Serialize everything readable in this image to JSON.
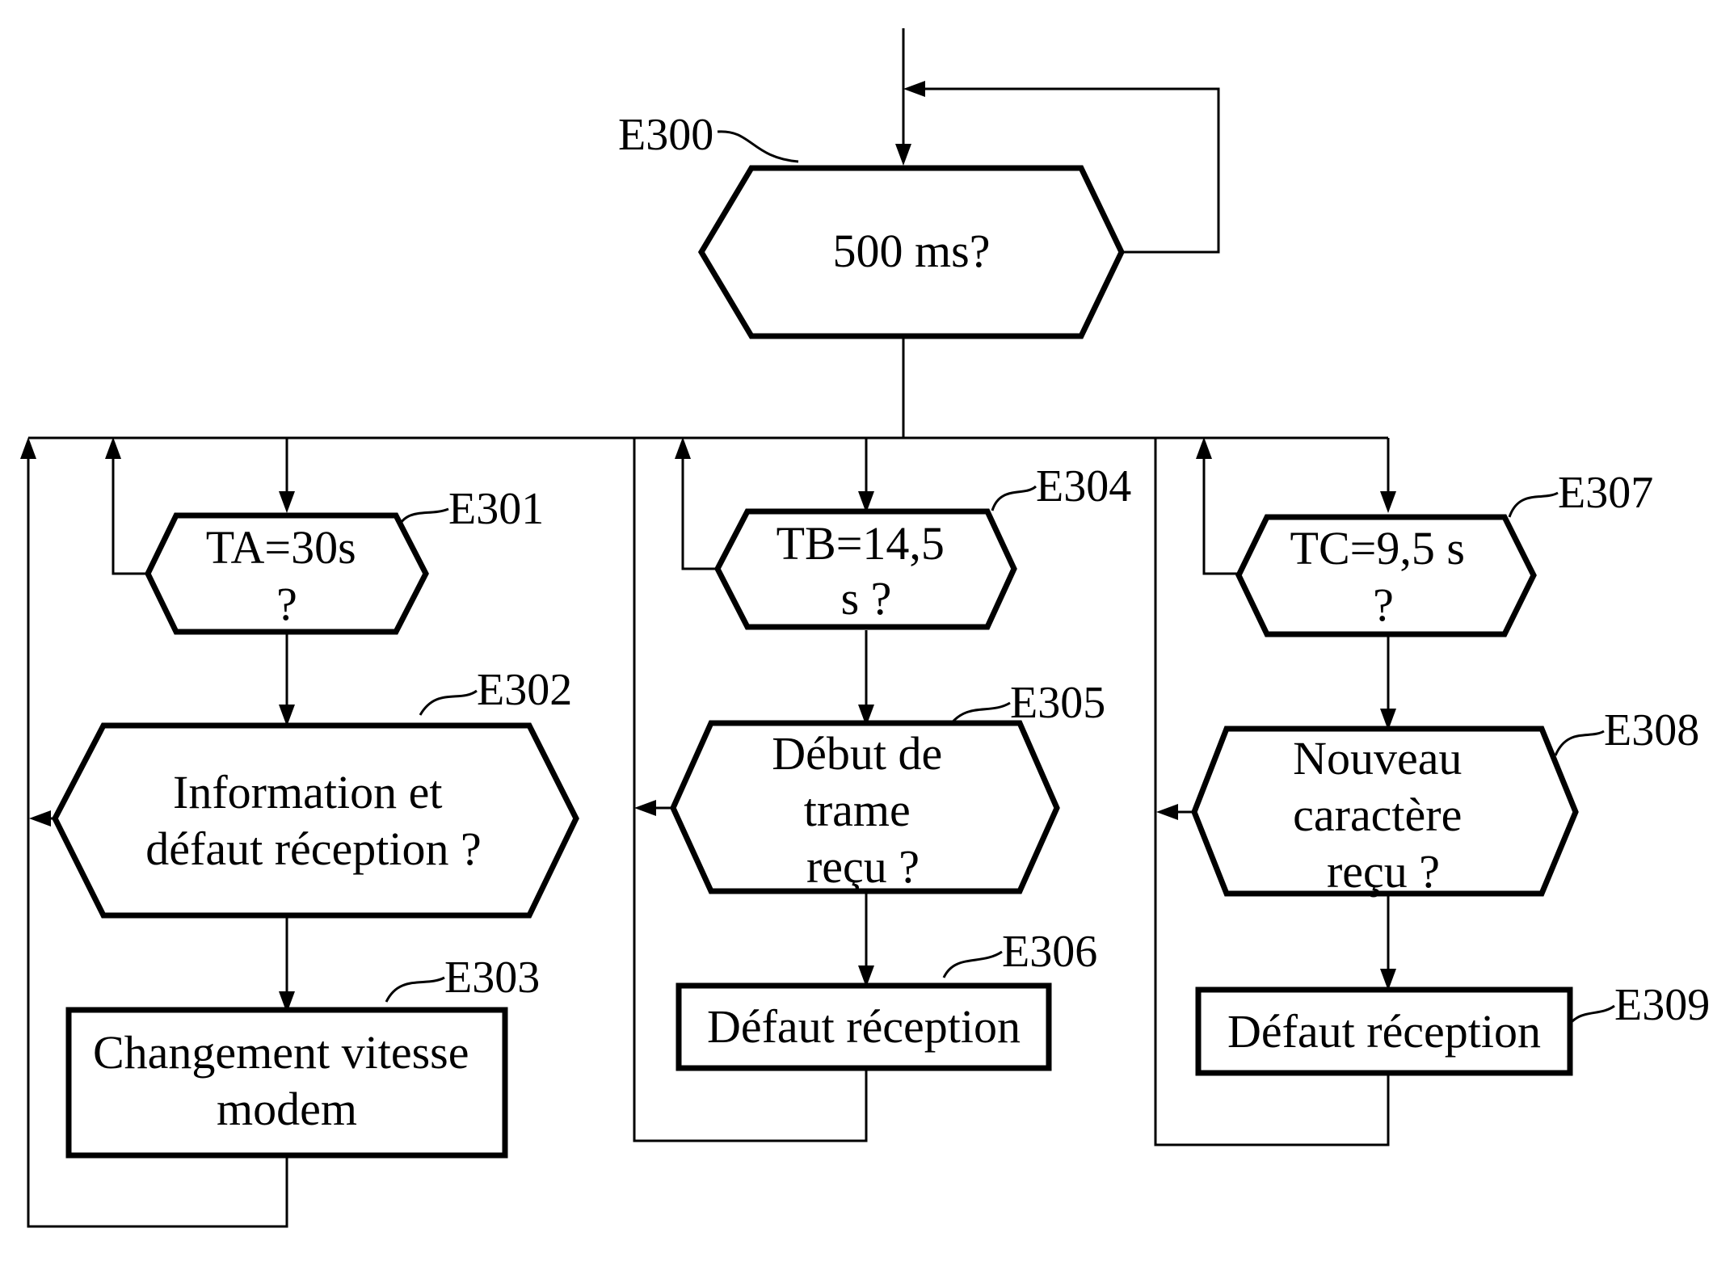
{
  "diagram": {
    "nodes": {
      "e300": {
        "label": "E300",
        "lines": [
          "500 ms?"
        ]
      },
      "e301": {
        "label": "E301",
        "lines": [
          "TA=30s",
          "?"
        ]
      },
      "e302": {
        "label": "E302",
        "lines": [
          "Information et",
          "défaut réception ?"
        ]
      },
      "e303": {
        "label": "E303",
        "lines": [
          "Changement vitesse",
          "modem"
        ]
      },
      "e304": {
        "label": "E304",
        "lines": [
          "TB=14,5",
          "s ?"
        ]
      },
      "e305": {
        "label": "E305",
        "lines": [
          "Début de",
          "trame",
          "reçu ?"
        ]
      },
      "e306": {
        "label": "E306",
        "lines": [
          "Défaut réception"
        ]
      },
      "e307": {
        "label": "E307",
        "lines": [
          "TC=9,5 s",
          "?"
        ]
      },
      "e308": {
        "label": "E308",
        "lines": [
          "Nouveau",
          "caractère",
          "reçu ?"
        ]
      },
      "e309": {
        "label": "E309",
        "lines": [
          "Défaut réception"
        ]
      }
    }
  }
}
